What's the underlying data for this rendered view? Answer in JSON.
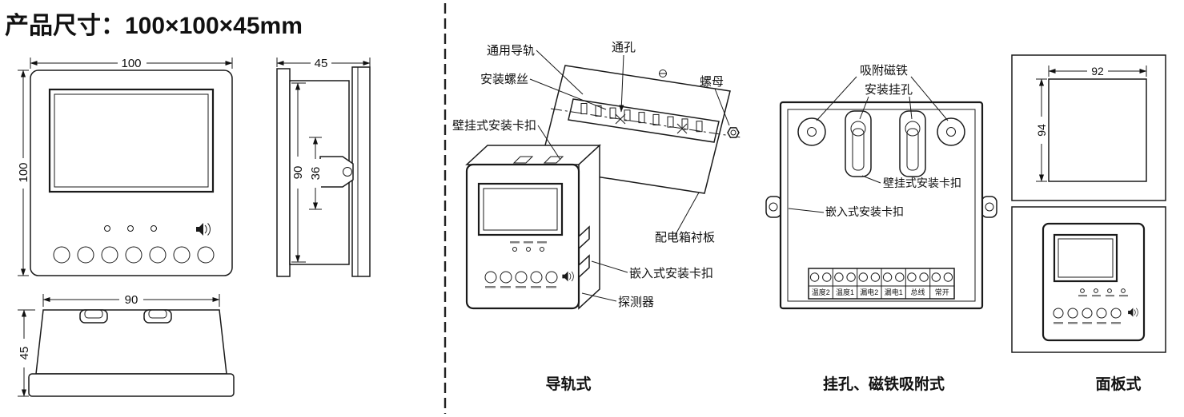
{
  "title": "产品尺寸：100×100×45mm",
  "dimensions": {
    "front": {
      "width": "100",
      "height": "100"
    },
    "side": {
      "depth": "45",
      "height": "90",
      "inner": "36"
    },
    "bottom": {
      "width": "90",
      "depth": "45"
    },
    "panel_cutout": {
      "width": "92",
      "height": "94"
    }
  },
  "rail": {
    "caption": "导轨式",
    "labels": {
      "universal_rail": "通用导轨",
      "mounting_screw": "安装螺丝",
      "wall_mount_clip": "壁挂式安装卡扣",
      "through_hole": "通孔",
      "nut": "螺母",
      "distribution_box_liner": "配电箱衬板",
      "embedded_clip": "嵌入式安装卡扣",
      "detector": "探测器"
    }
  },
  "magnet": {
    "caption": "挂孔、磁铁吸附式",
    "labels": {
      "magnet": "吸附磁铁",
      "hanging_hole": "安装挂孔",
      "wall_mount_clip": "壁挂式安装卡扣",
      "embedded_clip": "嵌入式安装卡扣"
    },
    "terminals": [
      "温度2",
      "温度1",
      "漏电2",
      "漏电1",
      "总线",
      "常开"
    ]
  },
  "panel": {
    "caption": "面板式"
  }
}
